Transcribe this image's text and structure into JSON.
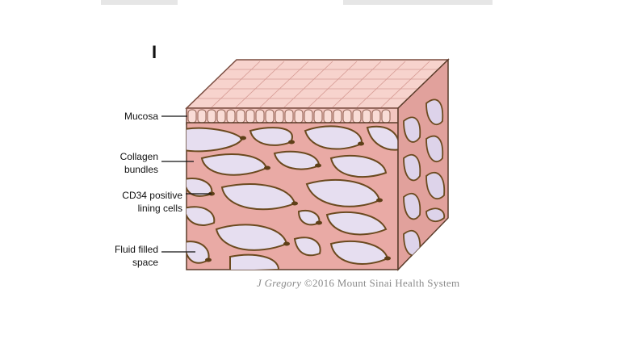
{
  "panel": {
    "letter": "I"
  },
  "labels": {
    "mucosa": "Mucosa",
    "collagen_line1": "Collagen",
    "collagen_line2": "bundles",
    "cd34_line1": "CD34 positive",
    "cd34_line2": "lining cells",
    "fluid_line1": "Fluid filled",
    "fluid_line2": "space"
  },
  "credit": {
    "author": "J Gregory",
    "rest": " ©2016 Mount Sinai Health System"
  },
  "colors": {
    "mucosa_pink": "#f6cfc9",
    "tissue_pink": "#e7a6a2",
    "fluid_lavender": "#e4dcee",
    "cell_brown": "#6b4a1f",
    "outline": "#5a3c2a"
  }
}
